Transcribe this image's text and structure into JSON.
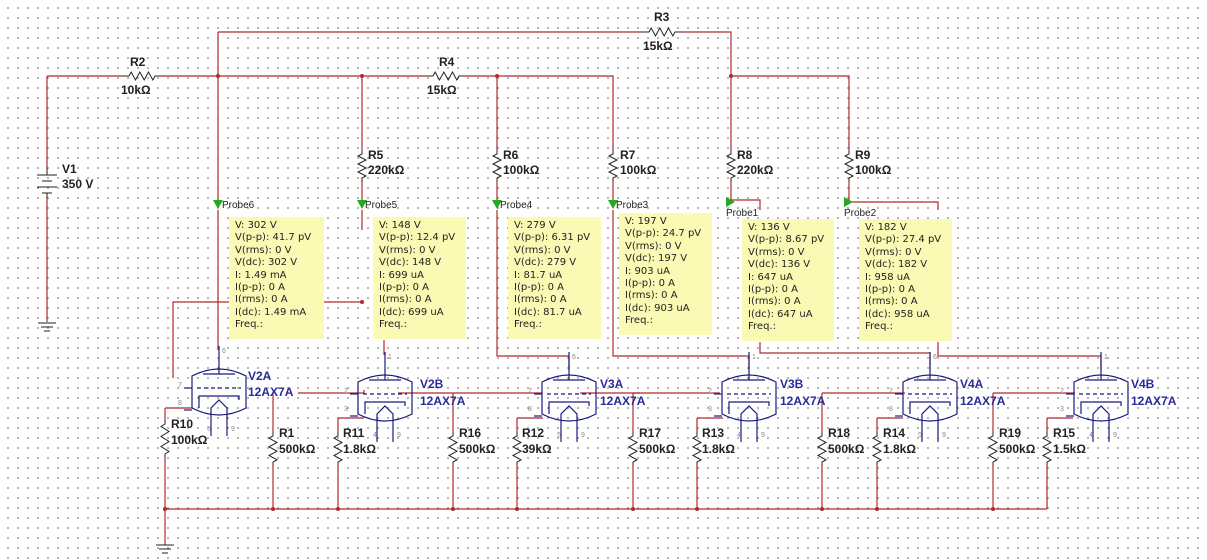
{
  "source": {
    "name": "V1",
    "value": "350 V"
  },
  "resistors": [
    {
      "id": "R1",
      "value": "500kΩ"
    },
    {
      "id": "R2",
      "value": "10kΩ"
    },
    {
      "id": "R3",
      "value": "15kΩ"
    },
    {
      "id": "R4",
      "value": "15kΩ"
    },
    {
      "id": "R5",
      "value": "220kΩ"
    },
    {
      "id": "R6",
      "value": "100kΩ"
    },
    {
      "id": "R7",
      "value": "100kΩ"
    },
    {
      "id": "R8",
      "value": "220kΩ"
    },
    {
      "id": "R9",
      "value": "100kΩ"
    },
    {
      "id": "R10",
      "value": "100kΩ"
    },
    {
      "id": "R11",
      "value": "1.8kΩ"
    },
    {
      "id": "R12",
      "value": "39kΩ"
    },
    {
      "id": "R13",
      "value": "1.8kΩ"
    },
    {
      "id": "R14",
      "value": "1.8kΩ"
    },
    {
      "id": "R15",
      "value": "1.5kΩ"
    },
    {
      "id": "R16",
      "value": "500kΩ"
    },
    {
      "id": "R17",
      "value": "500kΩ"
    },
    {
      "id": "R18",
      "value": "500kΩ"
    },
    {
      "id": "R19",
      "value": "500kΩ"
    }
  ],
  "tubes": [
    {
      "id": "V2A",
      "model": "12AX7A",
      "pins": [
        "6",
        "7",
        "8",
        "5",
        "9"
      ]
    },
    {
      "id": "V2B",
      "model": "12AX7A",
      "pins": [
        "1",
        "2",
        "3",
        "4",
        "9"
      ]
    },
    {
      "id": "V3A",
      "model": "12AX7A",
      "pins": [
        "6",
        "7",
        "8",
        "5",
        "9"
      ]
    },
    {
      "id": "V3B",
      "model": "12AX7A",
      "pins": [
        "1",
        "2",
        "3",
        "4",
        "9"
      ]
    },
    {
      "id": "V4A",
      "model": "12AX7A",
      "pins": [
        "6",
        "7",
        "8",
        "5",
        "9"
      ]
    },
    {
      "id": "V4B",
      "model": "12AX7A",
      "pins": [
        "1",
        "2",
        "3",
        "4",
        "9"
      ]
    }
  ],
  "probes": [
    {
      "name": "Probe6",
      "lines": [
        "V: 302 V",
        "V(p-p): 41.7 pV",
        "V(rms): 0 V",
        "V(dc): 302 V",
        "I: 1.49 mA",
        "I(p-p): 0 A",
        "I(rms): 0 A",
        "I(dc): 1.49 mA",
        "Freq.:"
      ]
    },
    {
      "name": "Probe5",
      "lines": [
        "V: 148 V",
        "V(p-p): 12.4 pV",
        "V(rms): 0 V",
        "V(dc): 148 V",
        "I: 699 uA",
        "I(p-p): 0 A",
        "I(rms): 0 A",
        "I(dc): 699 uA",
        "Freq.:"
      ]
    },
    {
      "name": "Probe4",
      "lines": [
        "V: 279 V",
        "V(p-p): 6.31 pV",
        "V(rms): 0 V",
        "V(dc): 279 V",
        "I: 81.7 uA",
        "I(p-p): 0 A",
        "I(rms): 0 A",
        "I(dc): 81.7 uA",
        "Freq.:"
      ]
    },
    {
      "name": "Probe3",
      "lines": [
        "V: 197 V",
        "V(p-p): 24.7 pV",
        "V(rms): 0 V",
        "V(dc): 197 V",
        "I: 903 uA",
        "I(p-p): 0 A",
        "I(rms): 0 A",
        "I(dc): 903 uA",
        "Freq.:"
      ]
    },
    {
      "name": "Probe1",
      "lines": [
        "V: 136 V",
        "V(p-p): 8.67 pV",
        "V(rms): 0 V",
        "V(dc): 136 V",
        "I: 647 uA",
        "I(p-p): 0 A",
        "I(rms): 0 A",
        "I(dc): 647 uA",
        "Freq.:"
      ]
    },
    {
      "name": "Probe2",
      "lines": [
        "V: 182 V",
        "V(p-p): 27.4 pV",
        "V(rms): 0 V",
        "V(dc): 182 V",
        "I: 958 uA",
        "I(p-p): 0 A",
        "I(rms): 0 A",
        "I(dc): 958 uA",
        "Freq.:"
      ]
    }
  ],
  "colors": {
    "wire": "#b22a2a",
    "tube": "#1a1a80",
    "probe_bg": "#fafab4",
    "probe_arrow": "#22aa22"
  }
}
